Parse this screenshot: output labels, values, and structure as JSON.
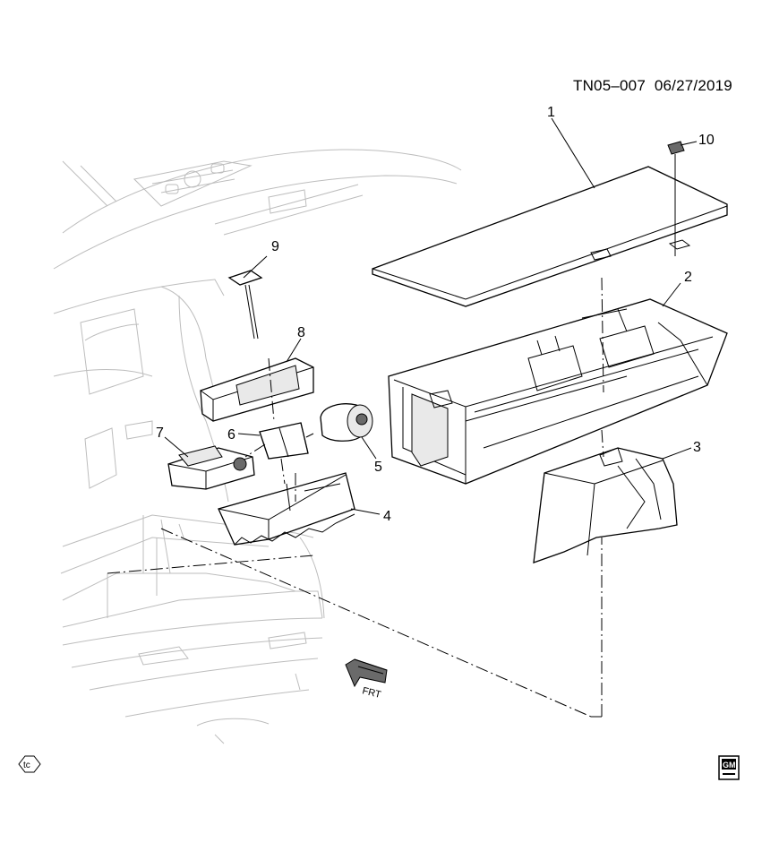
{
  "diagram_code": "TN05–007",
  "diagram_date": "06/27/2019",
  "callouts": {
    "c1": "1",
    "c2": "2",
    "c3": "3",
    "c4": "4",
    "c5": "5",
    "c6": "6",
    "c7": "7",
    "c8": "8",
    "c9": "9",
    "c10": "10"
  },
  "front_arrow_label": "FRT",
  "tc_badge": "tc",
  "gm_logo": "GM"
}
